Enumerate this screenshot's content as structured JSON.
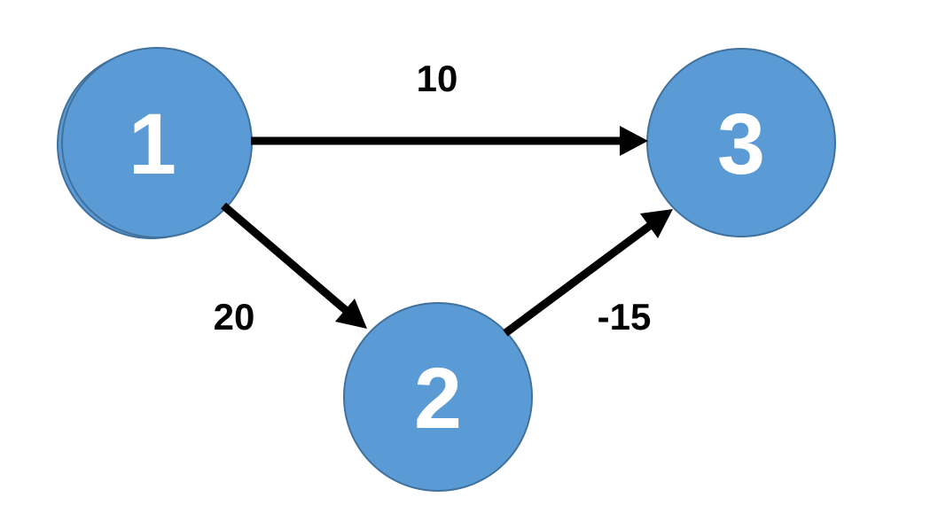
{
  "diagram": {
    "type": "directed-graph",
    "nodes": [
      {
        "id": "1",
        "label": "1"
      },
      {
        "id": "2",
        "label": "2"
      },
      {
        "id": "3",
        "label": "3"
      }
    ],
    "edges": [
      {
        "from": "1",
        "to": "3",
        "weight": "10"
      },
      {
        "from": "1",
        "to": "2",
        "weight": "20"
      },
      {
        "from": "2",
        "to": "3",
        "weight": "-15"
      }
    ]
  },
  "colors": {
    "node_fill": "#5B9BD5",
    "node_border": "#41719C",
    "node_text": "#FFFFFF",
    "edge": "#000000",
    "weight_text": "#000000",
    "background": "#FFFFFF"
  }
}
